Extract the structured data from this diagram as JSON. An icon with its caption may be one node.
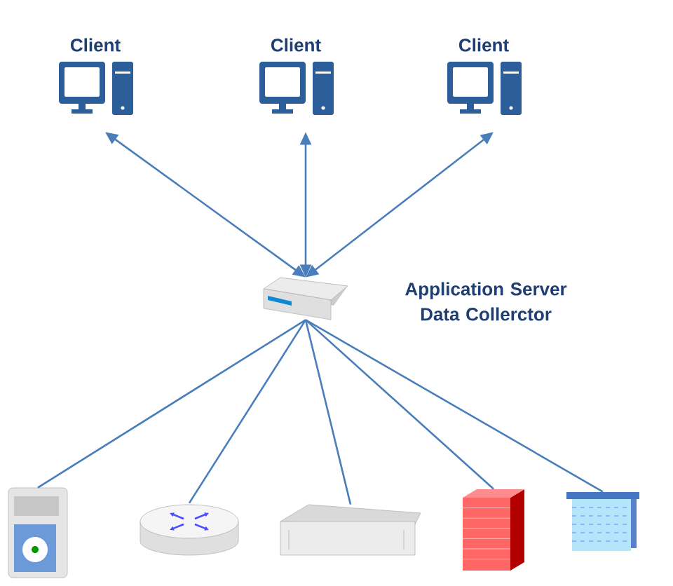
{
  "diagram": {
    "nodes": [
      {
        "text": [
          "Client"
        ]
      },
      {
        "text": [
          "Client"
        ]
      },
      {
        "text": [
          "Client"
        ]
      },
      {
        "text": [],
        "shape": "picture",
        "beside": [
          "Application Server Data Collerctor"
        ]
      },
      {
        "text": [],
        "shape": "picture"
      },
      {
        "text": [],
        "shape": "picture"
      },
      {
        "text": [],
        "shape": "picture"
      },
      {
        "text": [],
        "shape": "picture"
      },
      {
        "text": [],
        "shape": "picture"
      }
    ],
    "edges": [
      {
        "from": 3,
        "to": 0,
        "arrow": "both"
      },
      {
        "from": 3,
        "to": 1,
        "arrow": "both"
      },
      {
        "from": 3,
        "to": 2,
        "arrow": "both"
      },
      {
        "from": 3,
        "to": 4,
        "arrow": "none"
      },
      {
        "from": 3,
        "to": 5,
        "arrow": "none"
      },
      {
        "from": 3,
        "to": 6,
        "arrow": "none"
      },
      {
        "from": 3,
        "to": 7,
        "arrow": "none"
      },
      {
        "from": 3,
        "to": 8,
        "arrow": "none"
      }
    ]
  }
}
